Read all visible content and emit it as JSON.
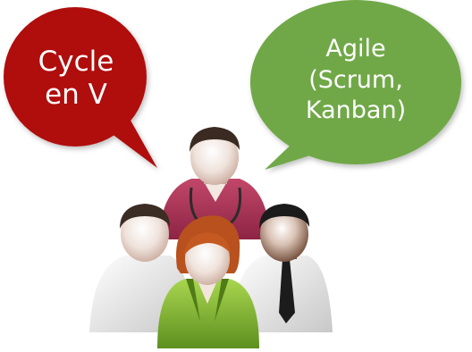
{
  "bubbles": {
    "left": {
      "lines": [
        "Cycle",
        "en V"
      ],
      "color": "#b00e0e"
    },
    "right": {
      "lines": [
        "Agile",
        "(Scrum,",
        "Kanban)"
      ],
      "color": "#6fa846"
    }
  },
  "people": {
    "top": "doctor-figure",
    "left": "man-white-shirt-figure",
    "right": "man-tie-figure",
    "front": "woman-green-jacket-figure"
  }
}
